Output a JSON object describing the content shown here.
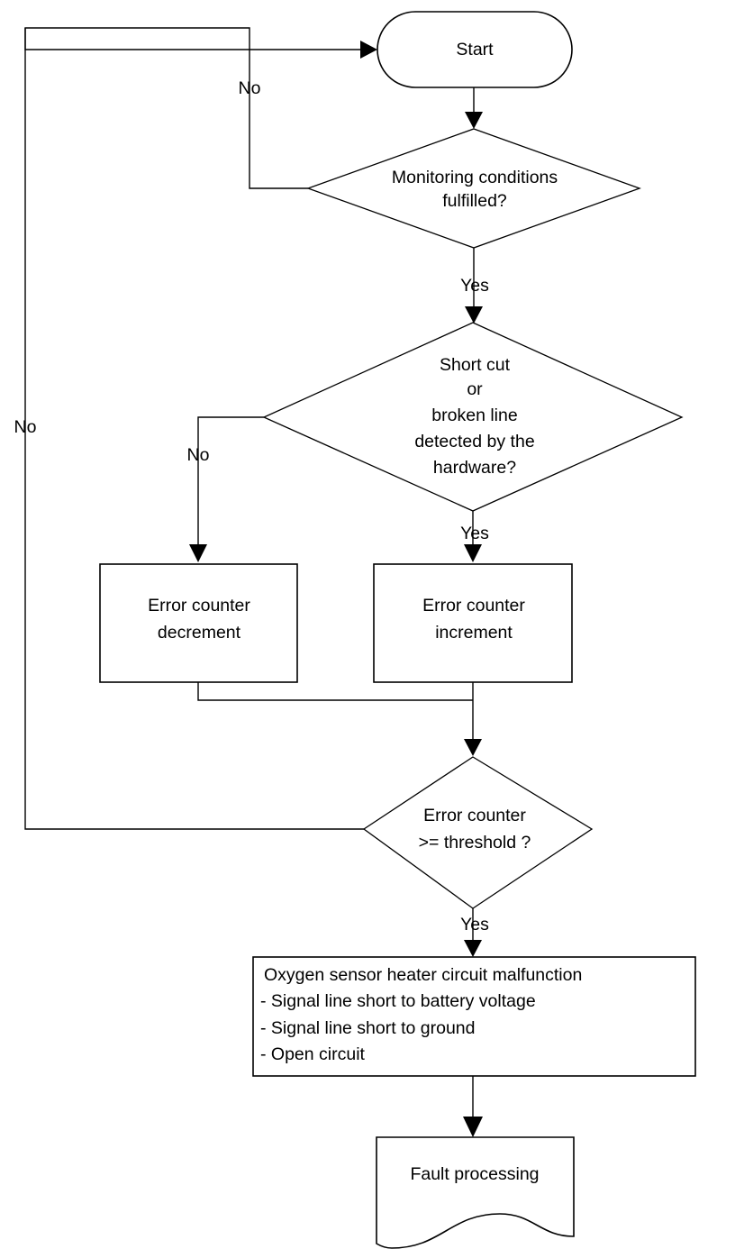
{
  "diagram": {
    "title": "Oxygen sensor heater circuit diagnostic flowchart",
    "background_color": "#ffffff",
    "line_color": "#000000",
    "nodes": {
      "start": {
        "label": "Start",
        "shape": "rounded-terminator"
      },
      "decision_monitoring": {
        "shape": "diamond",
        "lines": [
          "Monitoring  conditions",
          "fulfilled?"
        ]
      },
      "decision_hardware": {
        "shape": "diamond",
        "lines": [
          "Short cut",
          "or",
          "broken line",
          "detected by the",
          "hardware?"
        ]
      },
      "counter_decrement": {
        "shape": "rectangle",
        "lines": [
          "Error counter",
          "decrement"
        ]
      },
      "counter_increment": {
        "shape": "rectangle",
        "lines": [
          "Error counter",
          "increment"
        ]
      },
      "decision_threshold": {
        "shape": "diamond",
        "lines": [
          "Error counter",
          ">= threshold ?"
        ]
      },
      "malfunction": {
        "shape": "rectangle",
        "lines": [
          "  Oxygen sensor heater circuit malfunction",
          "- Signal line short to battery voltage",
          "- Signal line short to ground",
          "- Open circuit"
        ]
      },
      "fault_processing": {
        "shape": "document-wavy-bottom",
        "label": "Fault processing"
      }
    },
    "edge_labels": {
      "monitoring_no": "No",
      "monitoring_yes": "Yes",
      "hardware_no": "No",
      "hardware_yes": "Yes",
      "threshold_no": "No",
      "threshold_yes": "Yes"
    }
  }
}
